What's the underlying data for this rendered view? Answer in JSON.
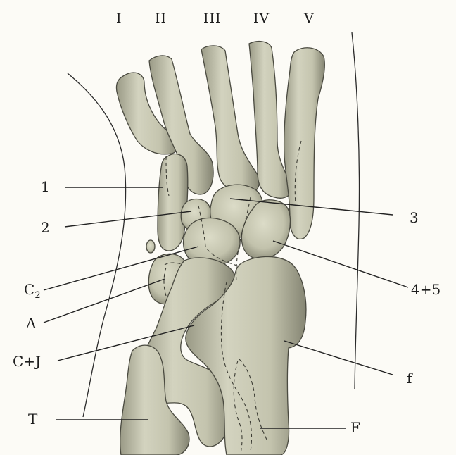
{
  "colors": {
    "bone_fill": "#c9c9b4",
    "bone_shade": "#8e8e7c",
    "background": "#fcfbf6"
  },
  "digits": [
    "I",
    "II",
    "III",
    "IV",
    "V"
  ],
  "labels": {
    "l1": "1",
    "l2": "2",
    "l3": "3",
    "l4_5": "4+5",
    "c2": "C",
    "c2_sub": "2",
    "a": "A",
    "cj": "C+J",
    "f_lower": "f",
    "t": "T",
    "f_upper": "F"
  }
}
